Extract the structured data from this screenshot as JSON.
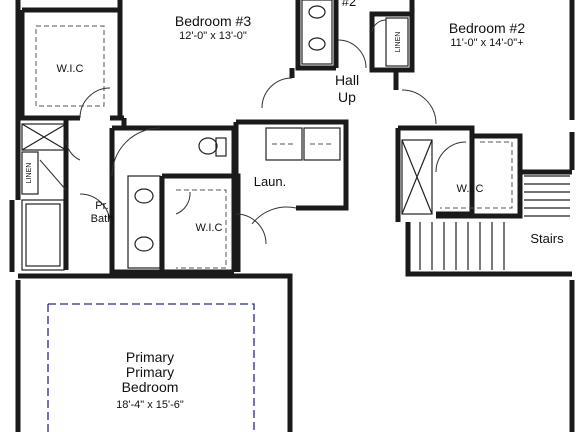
{
  "rooms": {
    "bedroom3": {
      "name": "Bedroom #3",
      "dims": "12'-0\" x 13'-0\""
    },
    "bedroom2": {
      "name": "Bedroom #2",
      "dims": "11'-0\" x 14'-0\"+"
    },
    "bath2": {
      "name": "#2"
    },
    "hall": {
      "name": "Hall",
      "sub": "Up"
    },
    "wic_top_left": {
      "name": "W.I.C"
    },
    "wic_right": {
      "name": "W.I.C"
    },
    "wic_primary": {
      "name": "W.I.C"
    },
    "laundry": {
      "name": "Laun."
    },
    "pr_bath": {
      "line1": "Pr.",
      "line2": "Bath"
    },
    "stairs": {
      "name": "Stairs"
    },
    "primary": {
      "line1": "Primary",
      "line2": "Primary",
      "line3": "Bedroom",
      "dims": "18'-4\" x 15'-6\""
    }
  },
  "closets": {
    "linen_left": "LINEN",
    "linen_top": "LINEN"
  }
}
